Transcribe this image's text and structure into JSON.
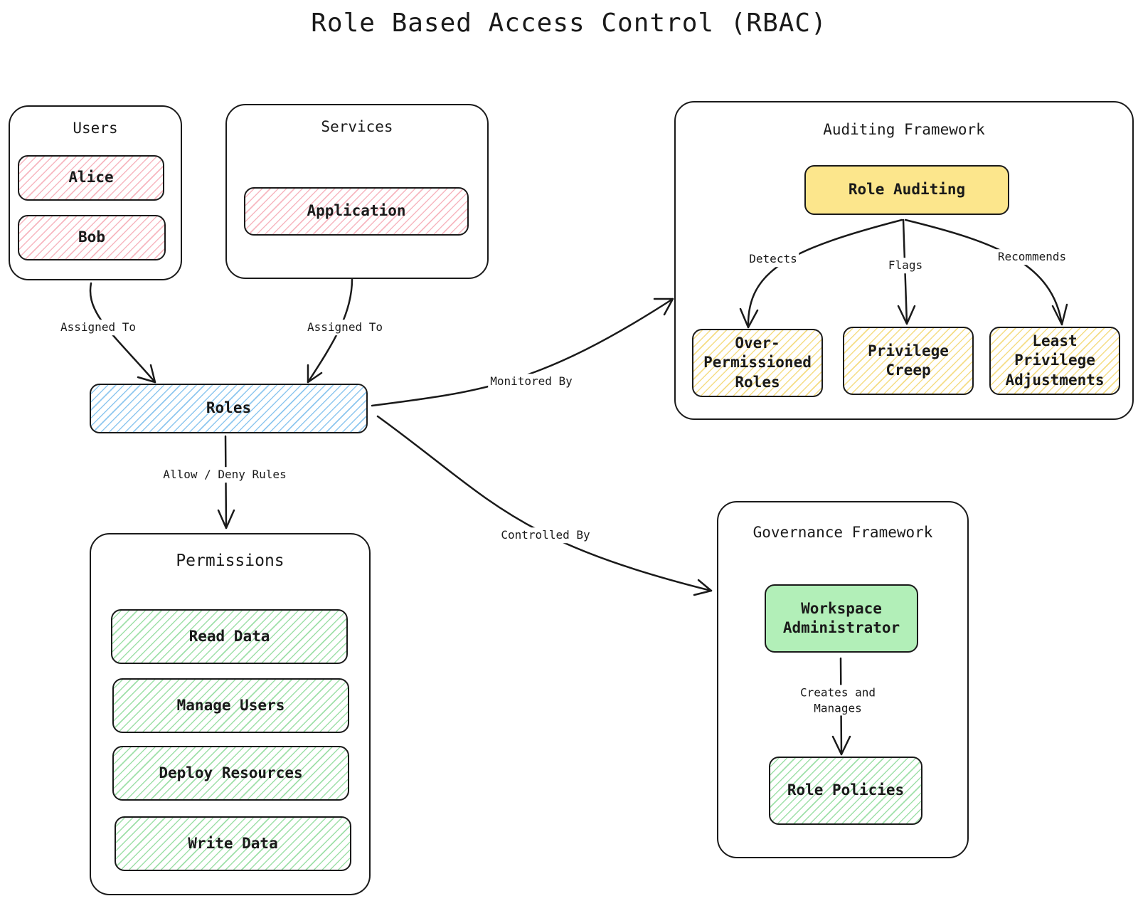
{
  "title": "Role Based Access Control (RBAC)",
  "groups": {
    "users": "Users",
    "services": "Services",
    "permissions": "Permissions",
    "auditing": "Auditing Framework",
    "governance": "Governance Framework"
  },
  "nodes": {
    "alice": "Alice",
    "bob": "Bob",
    "application": "Application",
    "roles": "Roles",
    "read_data": "Read Data",
    "manage_users": "Manage Users",
    "deploy_resources": "Deploy Resources",
    "write_data": "Write Data",
    "role_auditing": "Role Auditing",
    "over_permissioned": "Over-Permissioned Roles",
    "privilege_creep": "Privilege Creep",
    "least_privilege": "Least Privilege Adjustments",
    "workspace_admin": "Workspace Administrator",
    "role_policies": "Role Policies"
  },
  "edges": {
    "users_roles": "Assigned To",
    "services_roles": "Assigned To",
    "roles_permissions": "Allow / Deny Rules",
    "roles_auditing": "Monitored By",
    "roles_governance": "Controlled By",
    "detects": "Detects",
    "flags": "Flags",
    "recommends": "Recommends",
    "creates_manages": "Creates and Manages"
  },
  "colors": {
    "users_services": "#f7b7c0",
    "roles": "#8ec7ef",
    "permissions": "#9fe0a9",
    "auditing_findings": "#f5dd85",
    "role_auditing": "#fce68c",
    "governance": "#b2efb8"
  }
}
